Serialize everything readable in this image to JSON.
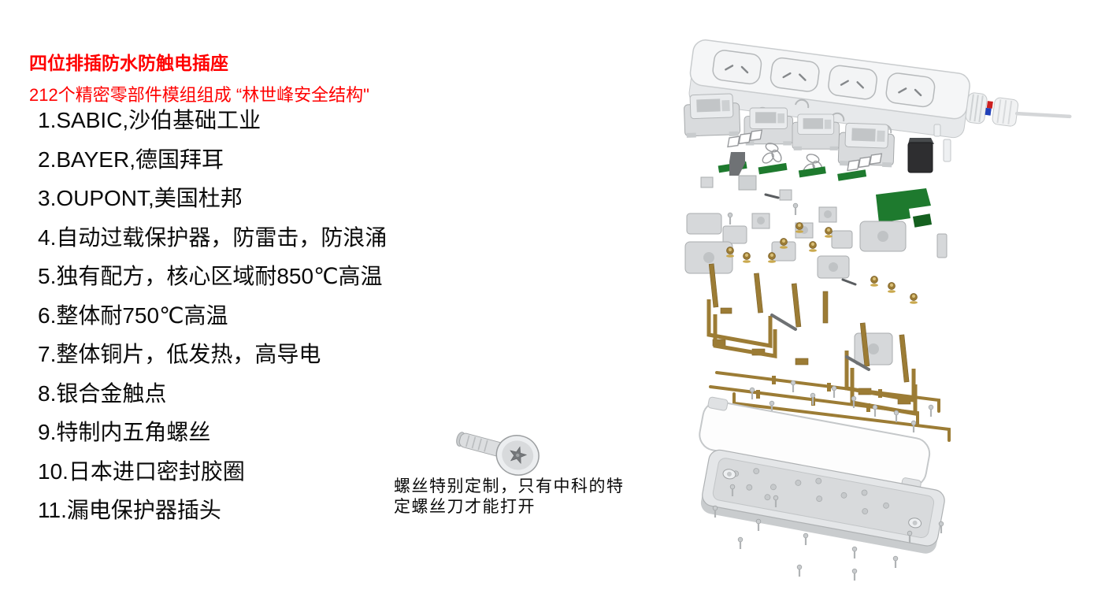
{
  "colors": {
    "accent_red": "#ff0000",
    "text_black": "#0a0a0a",
    "pcb_green": "#1e7a2e",
    "pcb_green_dark": "#14601f",
    "brass": "#9c7c35",
    "brass_light": "#d9c079",
    "housing_gray": "#f5f6f7",
    "component_black": "#2e2e30",
    "wire_red": "#cc2020",
    "wire_blue": "#2040b8"
  },
  "header": {
    "title": "四位排插防水防触电插座",
    "subtitle": "212个精密零部件模组组成 “林世峰安全结构\""
  },
  "features": {
    "items": [
      "1.SABIC,沙伯基础工业",
      "2.BAYER,德国拜耳",
      "3.OUPONT,美国杜邦",
      "4.自动过载保护器，防雷击，防浪涌",
      "5.独有配方，核心区域耐850℃高温",
      "6.整体耐750℃高温",
      "7.整体铜片，低发热，高导电",
      "8.银合金触点",
      "9.特制内五角螺丝",
      "10.日本进口密封胶圈",
      "11.漏电保护器插头"
    ]
  },
  "screw_note": {
    "line1": "螺丝特别定制，只有中科的特",
    "line2": "定螺丝刀才能打开"
  },
  "icons": {
    "screw": "torx-security-screw",
    "diagram": "power-strip-exploded-view"
  }
}
